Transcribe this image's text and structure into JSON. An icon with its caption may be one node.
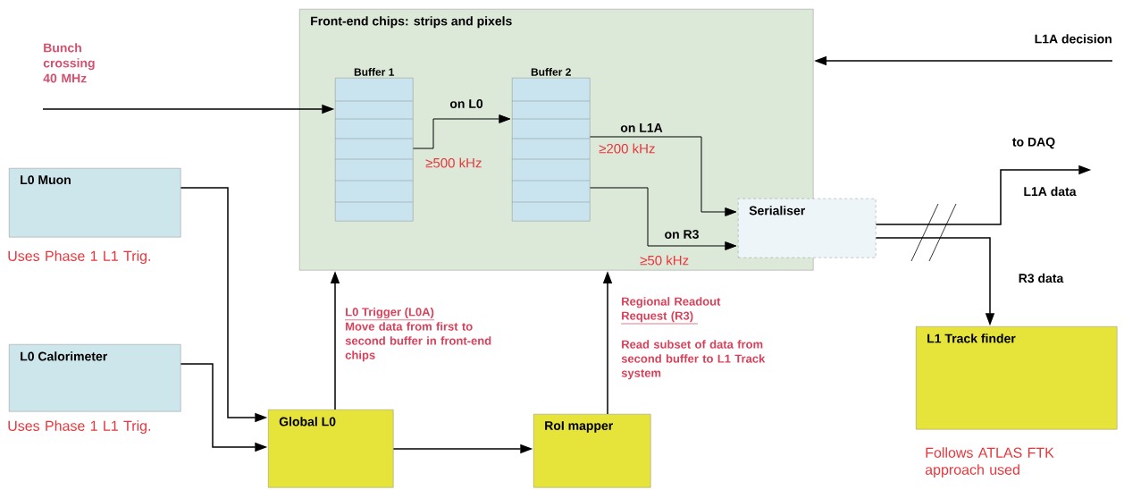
{
  "diagram": {
    "nodes": [
      {
        "text": [
          "Front-end chips: strips and pixels"
        ]
      },
      {
        "text": [
          "Buffer 1"
        ],
        "in": 0
      },
      {
        "text": [
          "Buffer 2"
        ],
        "in": 0
      },
      {
        "text": [
          "Serialiser"
        ]
      },
      {
        "text": [
          "L0 Muon"
        ],
        "beside": [
          "Uses Phase 1 L1 Trig."
        ]
      },
      {
        "text": [
          "L0 Calorimeter"
        ],
        "beside": [
          "Uses Phase 1 L1 Trig."
        ]
      },
      {
        "text": [
          "Global L0"
        ]
      },
      {
        "text": [
          "RoI mapper"
        ]
      },
      {
        "text": [
          "L1 Track finder"
        ],
        "beside": [
          "Follows ATLAS FTK approach used"
        ]
      },
      {
        "text": [
          "Bunch crossing 40 MHz"
        ]
      },
      {
        "text": [
          "L1A decision"
        ]
      }
    ],
    "edges": [
      {
        "from": 9,
        "to": 1,
        "arrow": "to"
      },
      {
        "from": 10,
        "to": 0,
        "arrow": "to"
      },
      {
        "from": 1,
        "to": 2,
        "arrow": "to",
        "label": "on L0"
      },
      {
        "from": 2,
        "to": 3,
        "arrow": "to",
        "label": "on L1A"
      },
      {
        "from": 2,
        "to": 3,
        "arrow": "to",
        "label": "on R3"
      },
      {
        "from": 4,
        "to": 6,
        "arrow": "to"
      },
      {
        "from": 5,
        "to": 6,
        "arrow": "to"
      },
      {
        "from": 6,
        "to": 0,
        "arrow": "to"
      },
      {
        "from": 6,
        "to": 7,
        "arrow": "to"
      },
      {
        "from": 7,
        "to": 0,
        "arrow": "to"
      },
      {
        "from": 3,
        "to": null,
        "arrow": "to",
        "label": "L1A data"
      },
      {
        "from": 3,
        "to": 8,
        "arrow": "to",
        "label": "R3 data"
      }
    ],
    "labels": [
      "≥500 kHz",
      "≥200 kHz",
      "≥50 kHz",
      "to DAQ",
      "L0 Trigger (L0A)",
      "Move data from first to second buffer in front-end chips",
      "Regional Readout Request (R3)",
      "Read subset of data from second buffer to L1 Track system"
    ]
  }
}
